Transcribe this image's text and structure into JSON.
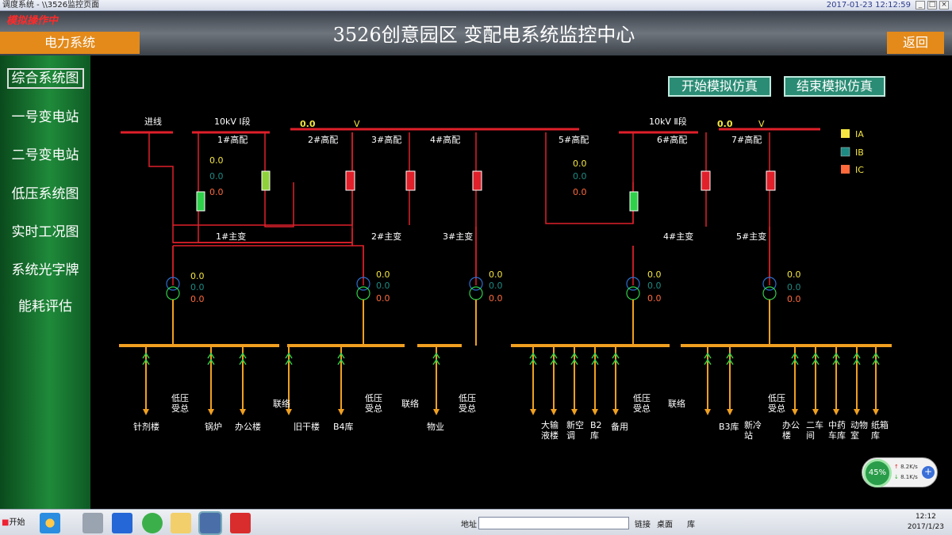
{
  "window": {
    "title": "调度系统 - \\\\3526监控页面",
    "datetime": "2017-01-23  12:12:59",
    "controls": [
      "_",
      "□",
      "×"
    ]
  },
  "header": {
    "sim_badge": "模拟操作中",
    "power_system_label": "电力系统",
    "title": "3526创意园区  变配电系统监控中心",
    "back_label": "返回"
  },
  "sidebar": {
    "items": [
      {
        "label": "综合系统图",
        "active": true
      },
      {
        "label": "一号变电站"
      },
      {
        "label": "二号变电站"
      },
      {
        "label": "低压系统图"
      },
      {
        "label": "实时工况图"
      },
      {
        "label": "系统光字牌"
      },
      {
        "label": "能耗评估"
      }
    ]
  },
  "main": {
    "start_sim_label": "开始模拟仿真",
    "end_sim_label": "结束模拟仿真",
    "legend": [
      {
        "label": "IA",
        "color": "#f5e642"
      },
      {
        "label": "IB",
        "color": "#1d8a83"
      },
      {
        "label": "IC",
        "color": "#ff6a3d"
      }
    ],
    "diagram": {
      "incoming_label": "进线",
      "bus1_label": "10kV Ⅰ段",
      "bus2_label": "10kV Ⅱ段",
      "bus1_value": "0.0",
      "bus2_value": "0.0",
      "unit_v": "V",
      "hv_feeders": [
        "1#高配",
        "2#高配",
        "3#高配",
        "4#高配",
        "5#高配",
        "6#高配",
        "7#高配"
      ],
      "transformers": [
        "1#主变",
        "2#主变",
        "3#主变",
        "4#主变",
        "5#主变"
      ],
      "zero": "0.0",
      "lv_total": "低压\n受总",
      "tie": "联络",
      "loads_left": [
        "针剂楼",
        "锅炉",
        "办公楼",
        "旧干楼",
        "B4库",
        "物业"
      ],
      "loads_right_a": [
        "大输\n液楼",
        "新空\n调",
        "B2\n库",
        "备用"
      ],
      "loads_right_b": [
        "B3库",
        "新冷\n站",
        "办公\n楼",
        "二车\n间",
        "中药\n车库",
        "动物\n室",
        "纸箱\n库"
      ]
    }
  },
  "netmon": {
    "percent": "45%",
    "up": "8.2K/s",
    "down": "8.1K/s"
  },
  "taskbar": {
    "start_label": "开始",
    "address_label": "地址",
    "links_label": "链接",
    "desktop_label": "桌面",
    "lib_label": "库",
    "time": "12:12",
    "date": "2017/1/23"
  }
}
